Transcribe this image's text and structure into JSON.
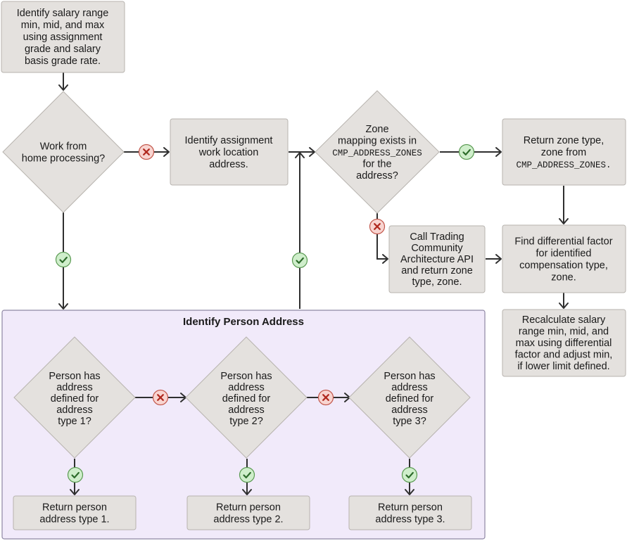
{
  "group": {
    "title": "Identify Person Address"
  },
  "nodes": {
    "identify_range": [
      "Identify salary range",
      "min, mid, and max",
      "using assignment",
      "grade and salary",
      "basis grade rate."
    ],
    "work_from_home": [
      "Work from",
      "home processing?"
    ],
    "identify_work_location": [
      "Identify assignment",
      "work location",
      "address."
    ],
    "zone_mapping": [
      "Zone",
      "mapping exists in",
      "CMP_ADDRESS_ZONES",
      "for the",
      "address?"
    ],
    "return_zone": [
      "Return zone type,",
      "zone from",
      "CMP_ADDRESS_ZONES."
    ],
    "call_tca": [
      "Call Trading",
      "Community",
      "Architecture API",
      "and return zone",
      "type, zone."
    ],
    "find_factor": [
      "Find differential factor",
      "for identified",
      "compensation type,",
      "zone."
    ],
    "recalculate": [
      "Recalculate salary",
      "range min, mid, and",
      "max using differential",
      "factor and adjust min,",
      "if lower limit defined."
    ],
    "address_type_1": [
      "Person has",
      "address",
      "defined for",
      "address",
      "type 1?"
    ],
    "address_type_2": [
      "Person has",
      "address",
      "defined for",
      "address",
      "type 2?"
    ],
    "address_type_3": [
      "Person has",
      "address",
      "defined for",
      "address",
      "type 3?"
    ],
    "return_type_1": [
      "Return person",
      "address type 1."
    ],
    "return_type_2": [
      "Return person",
      "address type 2."
    ],
    "return_type_3": [
      "Return person",
      "address type 3."
    ]
  },
  "markers": {
    "yes": {
      "meaning": "yes",
      "icon": "check-icon",
      "color": "#cfeecb"
    },
    "no": {
      "meaning": "no",
      "icon": "cross-icon",
      "color": "#f8d4d0"
    }
  }
}
